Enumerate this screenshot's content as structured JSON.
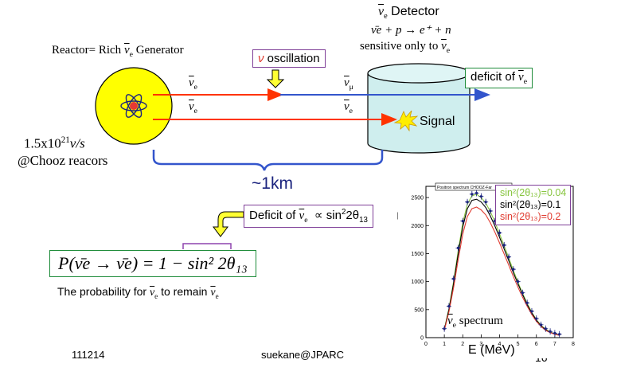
{
  "colors": {
    "sun": "#ffff00",
    "red_beam": "#ff3300",
    "blue_beam": "#3355cc",
    "osc_box": "#7f3f98",
    "deficit_box": "#1e8c3a",
    "detector": "#cfeeee",
    "arrow_fill": "#ffff33",
    "purple_bracket": "#8e44ad",
    "green_curve": "#88c540",
    "red_curve": "#e03c31"
  },
  "icons": {
    "atom": "atom-icon",
    "signal": "starburst-icon",
    "detector": "cylinder-icon"
  },
  "detector": {
    "title_nu": "ν",
    "title_sub": "e",
    "title_text": " Detector",
    "reaction": "ν̄e + p → e⁺ + n",
    "sensitive_text": "sensitive only to ",
    "sensitive_nu": "ν",
    "sensitive_sub": "e",
    "signal": "Signal"
  },
  "reactor": {
    "label_text": "Reactor= Rich ",
    "label_nu": "ν",
    "label_sub": "e",
    "label_tail": " Generator",
    "flux_base": "1.5x10",
    "flux_exp": "21",
    "flux_unit": "ν/s",
    "location": "@Chooz reacors"
  },
  "oscillation": {
    "nu": "ν",
    "label": " oscillation"
  },
  "beams": {
    "nu": "ν",
    "sub_e": "e",
    "sub_mu": "μ"
  },
  "deficit_box": {
    "text": "deficit of ",
    "nu": "ν",
    "sub": "e"
  },
  "distance": "~1km",
  "deficit_formula": {
    "text": "Deficit of ",
    "nu": "ν",
    "sub": "e",
    "prop": "∝ sin",
    "sup2": "2",
    "two_theta": "2θ",
    "sub13": "13"
  },
  "probability": {
    "formula": "P(ν̄e → ν̄e) = 1 − sin² 2θ₁₃",
    "caption_text": "The probability for ",
    "caption_mid": " to remain ",
    "nu": "ν",
    "sub": "e"
  },
  "footer": {
    "date": "111214",
    "author": "suekane@JPARC",
    "page": "16"
  },
  "legend": [
    {
      "text": "sin²(2θ₁₃)=0.04",
      "color": "#88c540"
    },
    {
      "text": "sin²(2θ₁₃)=0.1",
      "color": "#000000"
    },
    {
      "text": "sin²(2θ₁₃)=0.2",
      "color": "#e03c31"
    }
  ],
  "chart_data": {
    "type": "line",
    "title": "Positron spectrum CHOOZ-Far",
    "xlabel": "E (MeV)",
    "ylabel": "",
    "annotation_nu": "ν",
    "annotation_sub": "e",
    "annotation_text": " spectrum",
    "xlim": [
      0,
      8
    ],
    "ylim": [
      0,
      2700
    ],
    "xticks": [
      "0",
      "1",
      "2",
      "3",
      "4",
      "5",
      "6",
      "7",
      "8"
    ],
    "yticks": [
      "0",
      "500",
      "1000",
      "1500",
      "2000",
      "2500"
    ],
    "x": [
      1.0,
      1.25,
      1.5,
      1.75,
      2.0,
      2.25,
      2.5,
      2.75,
      3.0,
      3.25,
      3.5,
      3.75,
      4.0,
      4.25,
      4.5,
      4.75,
      5.0,
      5.25,
      5.5,
      5.75,
      6.0,
      6.25,
      6.5,
      6.75,
      7.0,
      7.25
    ],
    "series": [
      {
        "name": "sin²(2θ₁₃)=0.04",
        "color": "#88c540",
        "values": [
          150,
          520,
          1000,
          1550,
          2050,
          2380,
          2530,
          2560,
          2500,
          2400,
          2250,
          2060,
          1850,
          1640,
          1420,
          1200,
          990,
          790,
          610,
          450,
          320,
          220,
          150,
          100,
          70,
          50
        ]
      },
      {
        "name": "sin²(2θ₁₃)=0.1",
        "color": "#000000",
        "values": [
          140,
          500,
          960,
          1490,
          1980,
          2300,
          2450,
          2470,
          2420,
          2320,
          2170,
          1990,
          1790,
          1580,
          1370,
          1160,
          960,
          770,
          590,
          440,
          310,
          210,
          140,
          95,
          65,
          45
        ]
      },
      {
        "name": "sin²(2θ₁₃)=0.2",
        "color": "#e03c31",
        "values": [
          130,
          460,
          890,
          1390,
          1850,
          2160,
          2300,
          2330,
          2280,
          2190,
          2050,
          1880,
          1690,
          1490,
          1290,
          1090,
          900,
          720,
          560,
          410,
          290,
          200,
          130,
          90,
          60,
          40
        ]
      }
    ],
    "points": [
      160,
      560,
      1050,
      1600,
      2080,
      2420,
      2560,
      2580,
      2520,
      2420,
      2260,
      2080,
      1870,
      1650,
      1440,
      1220,
      1000,
      800,
      620,
      470,
      340,
      230,
      160,
      110,
      80,
      60
    ]
  }
}
